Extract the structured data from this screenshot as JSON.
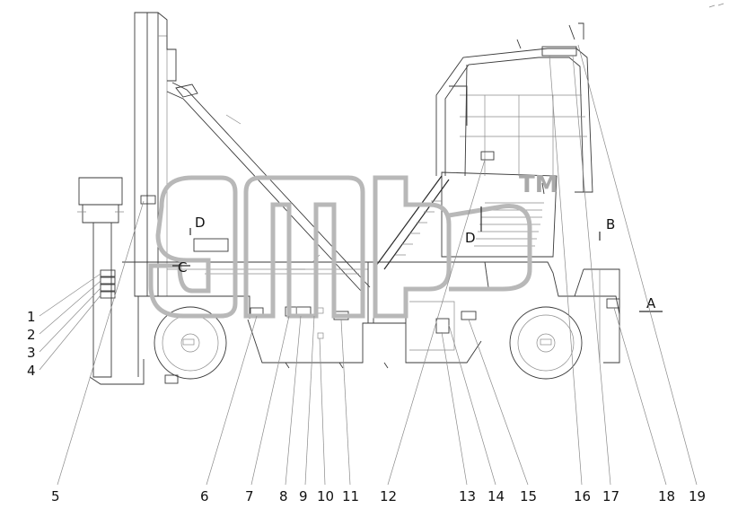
{
  "callouts": [
    "1",
    "2",
    "3",
    "4",
    "5",
    "6",
    "7",
    "8",
    "9",
    "10",
    "11",
    "12",
    "13",
    "14",
    "15",
    "16",
    "17",
    "18",
    "19"
  ],
  "sections": {
    "a": "A",
    "b": "B",
    "c": "C",
    "d_left": "D",
    "d_center": "D"
  },
  "watermark": {
    "tm": "TM"
  }
}
